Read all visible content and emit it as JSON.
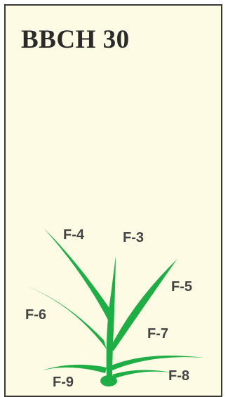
{
  "title": "BBCH 30",
  "colors": {
    "panel_background": "#fdfbe3",
    "border": "#3a3a3a",
    "plant": "#1fae45",
    "label": "#444444"
  },
  "leaves": {
    "f3": "F-3",
    "f4": "F-4",
    "f5": "F-5",
    "f6": "F-6",
    "f7": "F-7",
    "f8": "F-8",
    "f9": "F-9"
  }
}
